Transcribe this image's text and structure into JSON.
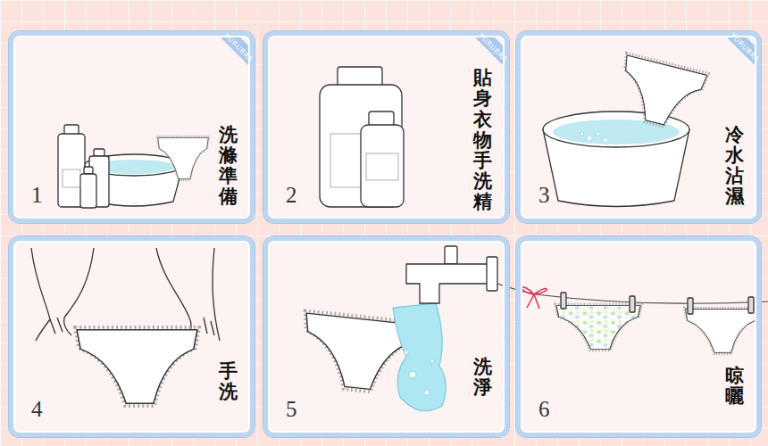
{
  "diagram": {
    "nodes": [
      {
        "text": [
          "1",
          "洗滌準備"
        ]
      },
      {
        "text": [
          "2",
          "貼身衣物手洗精"
        ]
      },
      {
        "text": [
          "3",
          "冷水沾濕"
        ]
      },
      {
        "text": [
          "4",
          "手洗"
        ]
      },
      {
        "text": [
          "5",
          "洗淨"
        ]
      },
      {
        "text": [
          "6",
          "晾曬"
        ]
      }
    ],
    "labels": [
      "YURUBRA",
      "YURUBRA",
      "YURUBRA"
    ]
  }
}
